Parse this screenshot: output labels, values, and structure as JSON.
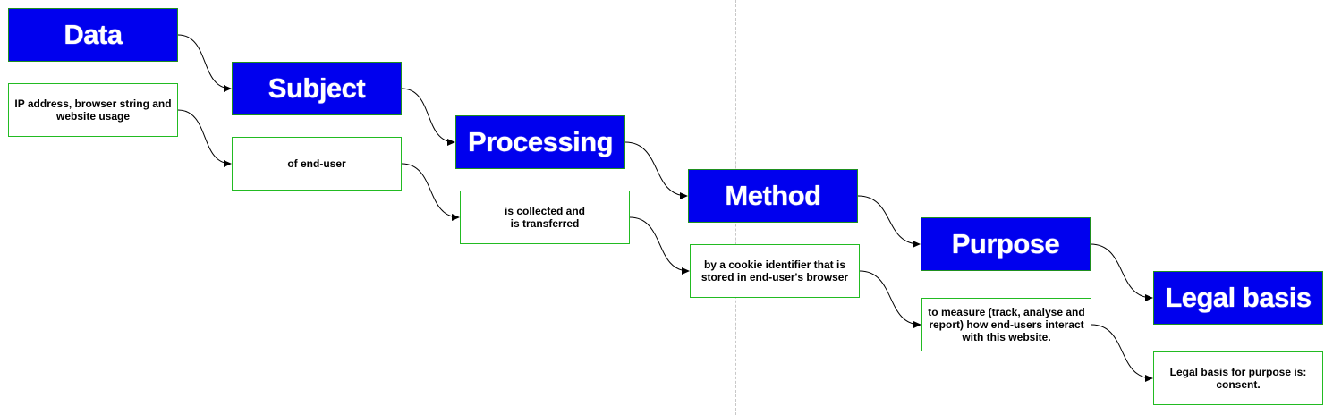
{
  "steps": [
    {
      "heading": "Data",
      "description": "IP address, browser string and website usage"
    },
    {
      "heading": "Subject",
      "description": "of end-user"
    },
    {
      "heading": "Processing",
      "description": "is collected and\nis transferred"
    },
    {
      "heading": "Method",
      "description": "by a cookie identifier that is stored in end-user's browser"
    },
    {
      "heading": "Purpose",
      "description": "to measure (track, analyse and report) how end-users interact with this website."
    },
    {
      "heading": "Legal basis",
      "description": "Legal basis for purpose is: consent."
    }
  ],
  "colors": {
    "heading_fill": "#0000ee",
    "heading_text": "#ffffff",
    "heading_border": "#1f8f1f",
    "description_border": "#22bb22",
    "connector": "#000000",
    "divider": "#c8c8c8"
  }
}
